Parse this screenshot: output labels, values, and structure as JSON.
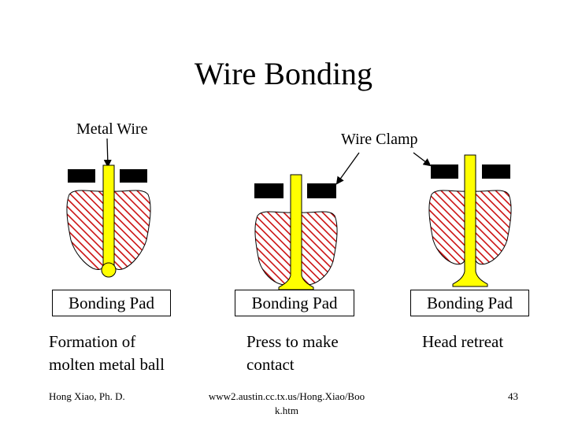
{
  "title": "Wire Bonding",
  "labels": {
    "metal_wire": "Metal Wire",
    "wire_clamp": "Wire Clamp"
  },
  "steps": [
    {
      "pad_label": "Bonding Pad",
      "caption_line1": "Formation of",
      "caption_line2": "molten metal ball"
    },
    {
      "pad_label": "Bonding Pad",
      "caption_line1": "Press to make",
      "caption_line2": "contact"
    },
    {
      "pad_label": "Bonding Pad",
      "caption_line1": "Head retreat",
      "caption_line2": ""
    }
  ],
  "footer": {
    "author": "Hong Xiao, Ph. D.",
    "url_line1": "www2.austin.cc.tx.us/Hong.Xiao/Boo",
    "url_line2": "k.htm",
    "page_number": "43"
  },
  "colors": {
    "wire": "#ffff00",
    "hatch": "#cc1111",
    "clamp": "#000000"
  }
}
